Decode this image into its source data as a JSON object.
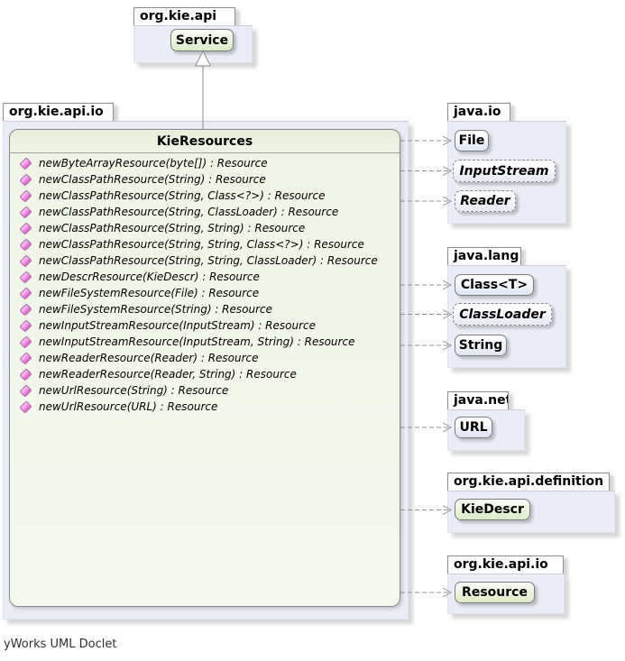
{
  "footer": "yWorks UML Doclet",
  "top_package": {
    "name": "org.kie.api",
    "classes": [
      {
        "name": "Service",
        "kind": "interface"
      }
    ]
  },
  "main_package": {
    "name": "org.kie.api.io",
    "interface": {
      "name": "KieResources",
      "kind": "interface",
      "methods": [
        "newByteArrayResource(byte[]) : Resource",
        "newClassPathResource(String) : Resource",
        "newClassPathResource(String, Class<?>) : Resource",
        "newClassPathResource(String, ClassLoader) : Resource",
        "newClassPathResource(String, String) : Resource",
        "newClassPathResource(String, String, Class<?>) : Resource",
        "newClassPathResource(String, String, ClassLoader) : Resource",
        "newDescrResource(KieDescr) : Resource",
        "newFileSystemResource(File) : Resource",
        "newFileSystemResource(String) : Resource",
        "newInputStreamResource(InputStream) : Resource",
        "newInputStreamResource(InputStream, String) : Resource",
        "newReaderResource(Reader) : Resource",
        "newReaderResource(Reader, String) : Resource",
        "newUrlResource(String) : Resource",
        "newUrlResource(URL) : Resource"
      ]
    }
  },
  "right_packages": [
    {
      "name": "java.io",
      "classes": [
        {
          "name": "File",
          "kind": "class"
        },
        {
          "name": "InputStream",
          "kind": "abstract_class"
        },
        {
          "name": "Reader",
          "kind": "abstract_class"
        }
      ]
    },
    {
      "name": "java.lang",
      "classes": [
        {
          "name": "Class<T>",
          "kind": "class"
        },
        {
          "name": "ClassLoader",
          "kind": "abstract_class"
        },
        {
          "name": "String",
          "kind": "class"
        }
      ]
    },
    {
      "name": "java.net",
      "classes": [
        {
          "name": "URL",
          "kind": "class"
        }
      ]
    },
    {
      "name": "org.kie.api.definition",
      "classes": [
        {
          "name": "KieDescr",
          "kind": "interface"
        }
      ]
    },
    {
      "name": "org.kie.api.io",
      "classes": [
        {
          "name": "Resource",
          "kind": "interface"
        }
      ]
    }
  ],
  "relationships": {
    "realization": {
      "from": "KieResources",
      "to": "Service",
      "style": "solid-hollow-triangle"
    },
    "dependencies": {
      "from": "KieResources",
      "style": "dashed-open-arrow",
      "targets": [
        "File",
        "InputStream",
        "Reader",
        "Class<T>",
        "ClassLoader",
        "String",
        "URL",
        "KieDescr",
        "Resource"
      ]
    }
  },
  "colors": {
    "interface_fill": "#ddebc6",
    "class_fill": "#dde4f2",
    "package_fill": "#eaedf6",
    "method_icon": "#ee7ddf",
    "edge": "#8f8f8f",
    "background": "#ffffff"
  }
}
